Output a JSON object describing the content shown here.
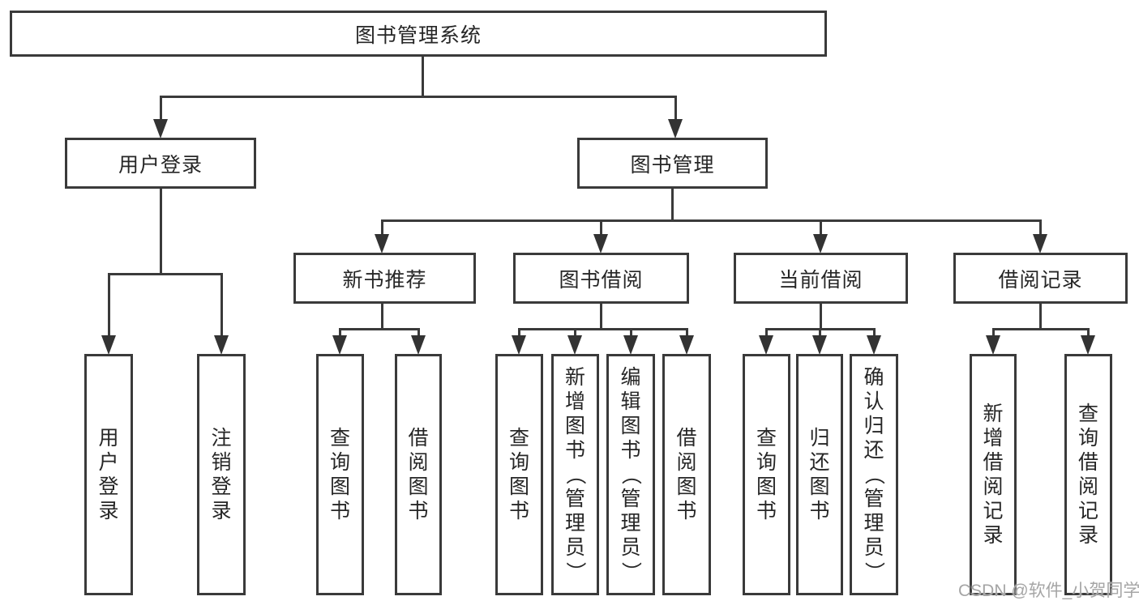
{
  "tree": {
    "root": {
      "label": "图书管理系统"
    },
    "branches": [
      {
        "label": "用户登录",
        "children": [
          {
            "label": "用户登录"
          },
          {
            "label": "注销登录"
          }
        ]
      },
      {
        "label": "图书管理",
        "children": [
          {
            "label": "新书推荐",
            "children": [
              {
                "label": "查询图书"
              },
              {
                "label": "借阅图书"
              }
            ]
          },
          {
            "label": "图书借阅",
            "children": [
              {
                "label": "查询图书"
              },
              {
                "label": "新增图书（管理员）"
              },
              {
                "label": "编辑图书（管理员）"
              },
              {
                "label": "借阅图书"
              }
            ]
          },
          {
            "label": "当前借阅",
            "children": [
              {
                "label": "查询图书"
              },
              {
                "label": "归还图书"
              },
              {
                "label": "确认归还（管理员）"
              }
            ]
          },
          {
            "label": "借阅记录",
            "children": [
              {
                "label": "新增借阅记录"
              },
              {
                "label": "查询借阅记录"
              }
            ]
          }
        ]
      }
    ]
  },
  "watermark": {
    "text": "CSDN @软件_小贺同学"
  },
  "colors": {
    "background": "#ffffff",
    "line": "#3a3a3a",
    "arrow": "#333333",
    "box_fill": "#ffffff",
    "text": "#262626",
    "watermark": "#a5a5a5"
  }
}
